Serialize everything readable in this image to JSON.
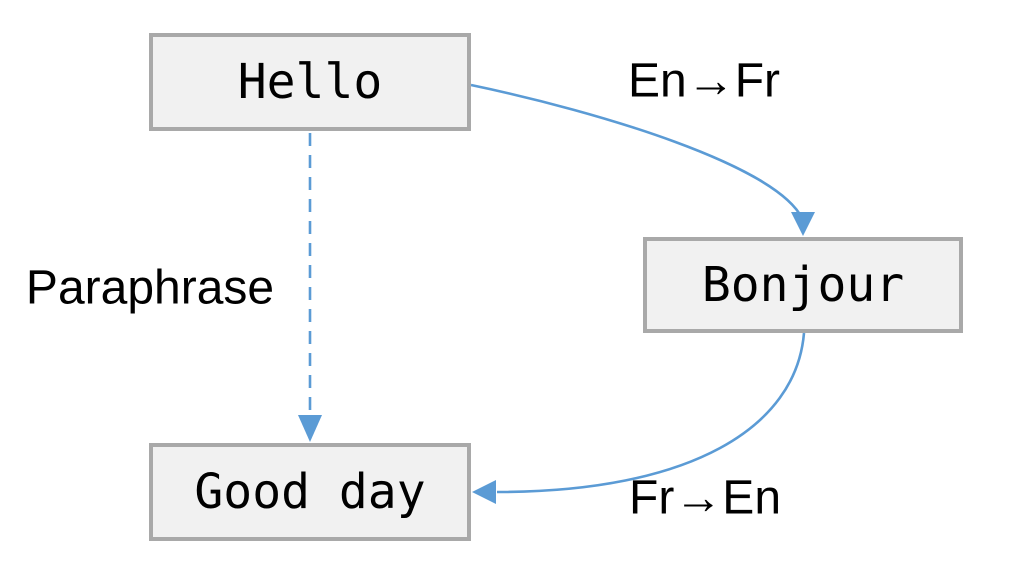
{
  "diagram": {
    "background": "#ffffff",
    "nodes": [
      {
        "id": "hello",
        "label": "Hello"
      },
      {
        "id": "bonjour",
        "label": "Bonjour"
      },
      {
        "id": "good_day",
        "label": "Good day"
      }
    ],
    "edges": [
      {
        "id": "en_to_fr",
        "label": "En→Fr",
        "from": "hello",
        "to": "bonjour",
        "style": "solid-curve"
      },
      {
        "id": "fr_to_en",
        "label": "Fr→En",
        "from": "bonjour",
        "to": "good_day",
        "style": "solid-curve"
      },
      {
        "id": "paraphrase",
        "label": "Paraphrase",
        "from": "hello",
        "to": "good_day",
        "style": "dashed-straight"
      }
    ],
    "colors": {
      "edge": "#5B9BD5",
      "node_fill": "#F1F1F1",
      "node_border": "#A9A9A9",
      "text": "#000000"
    }
  }
}
